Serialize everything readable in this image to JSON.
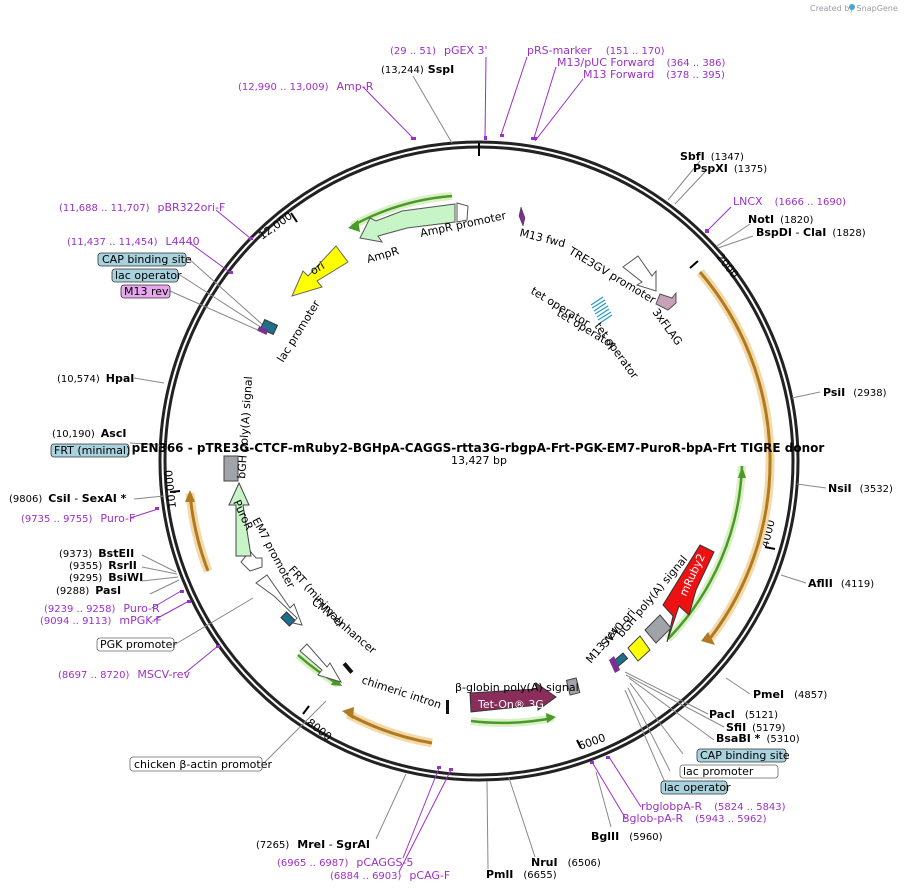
{
  "watermark": "Created by SnapGene",
  "plasmid": {
    "name": "pEN366 - pTRE3G-CTCF-mRuby2-BGHpA-CAGGS-rtta3G-rbgpA-Frt-PGK-EM7-PuroR-bpA-Frt TIGRE donor",
    "size": "13,427 bp"
  },
  "ticks": [
    "2000",
    "4000",
    "6000",
    "8000",
    "10,000",
    "12,000"
  ],
  "enzymes": {
    "SspI": {
      "name": "SspI",
      "pos": "(13,244)"
    },
    "SbfI": {
      "name": "SbfI",
      "pos": "(1347)"
    },
    "PspXI": {
      "name": "PspXI",
      "pos": "(1375)"
    },
    "NotI": {
      "name": "NotI",
      "pos": "(1820)"
    },
    "BspDI": {
      "name": "BspDI",
      "sep": " - ",
      "name2": "ClaI",
      "pos": "(1828)"
    },
    "PsiI": {
      "name": "PsiI",
      "pos": "(2938)"
    },
    "NsiI": {
      "name": "NsiI",
      "pos": "(3532)"
    },
    "AflII": {
      "name": "AflII",
      "pos": "(4119)"
    },
    "PmeI": {
      "name": "PmeI",
      "pos": "(4857)"
    },
    "PacI": {
      "name": "PacI",
      "pos": "(5121)"
    },
    "SfiI": {
      "name": "SfiI",
      "pos": "(5179)"
    },
    "BsaBI": {
      "name": "BsaBI",
      "star": " *",
      "pos": "(5310)"
    },
    "BglII": {
      "name": "BglII",
      "pos": "(5960)"
    },
    "NruI": {
      "name": "NruI",
      "pos": "(6506)"
    },
    "PmlI": {
      "name": "PmlI",
      "pos": "(6655)"
    },
    "MreI": {
      "name": "MreI",
      "sep": " - ",
      "name2": "SgrAI",
      "pos": "(7265)"
    },
    "PasI": {
      "name": "PasI",
      "pos": "(9288)"
    },
    "BsiWI": {
      "name": "BsiWI",
      "pos": "(9295)"
    },
    "RsrII": {
      "name": "RsrII",
      "pos": "(9355)"
    },
    "BstEII": {
      "name": "BstEII",
      "pos": "(9373)"
    },
    "CsiI": {
      "name": "CsiI",
      "sep": " - ",
      "name2": "SexAI",
      "star": " *",
      "pos": "(9806)"
    },
    "AscI": {
      "name": "AscI",
      "pos": "(10,190)"
    },
    "HpaI": {
      "name": "HpaI",
      "pos": "(10,574)"
    }
  },
  "primers": {
    "pGEX3": {
      "name": "pGEX 3'",
      "pos": "(29 .. 51)"
    },
    "pRSmarker": {
      "name": "pRS-marker",
      "pos": "(151 .. 170)"
    },
    "M13pUC": {
      "name": "M13/pUC Forward",
      "pos": "(364 .. 386)"
    },
    "M13Fwd": {
      "name": "M13 Forward",
      "pos": "(378 .. 395)"
    },
    "AmpR": {
      "name": "Amp-R",
      "pos": "(12,990 .. 13,009)"
    },
    "LNCX": {
      "name": "LNCX",
      "pos": "(1666 .. 1690)"
    },
    "pBR322": {
      "name": "pBR322ori-F",
      "pos": "(11,688 .. 11,707)"
    },
    "L4440": {
      "name": "L4440",
      "pos": "(11,437 .. 11,454)"
    },
    "PuroF": {
      "name": "Puro-F",
      "pos": "(9735 .. 9755)"
    },
    "PuroR": {
      "name": "Puro-R",
      "pos": "(9239 .. 9258)"
    },
    "mPGKF": {
      "name": "mPGK-F",
      "pos": "(9094 .. 9113)"
    },
    "MSCVrev": {
      "name": "MSCV-rev",
      "pos": "(8697 .. 8720)"
    },
    "rbglobpAR": {
      "name": "rbglobpA-R",
      "pos": "(5824 .. 5843)"
    },
    "BglobpAR": {
      "name": "Bglob-pA-R",
      "pos": "(5943 .. 5962)"
    },
    "pCAGGS5": {
      "name": "pCAGGS-5",
      "pos": "(6965 .. 6987)"
    },
    "pCAGF": {
      "name": "pCAG-F",
      "pos": "(6884 .. 6903)"
    }
  },
  "boxes": {
    "capLeft": "CAP binding site",
    "lacOpLeft": "lac operator",
    "m13revLeft": "M13 rev",
    "frtMinimal": "FRT (minimal)",
    "pgkPromoter": "PGK promoter",
    "chickenActin": "chicken β-actin promoter",
    "capRight": "CAP binding site",
    "lacPromRight": "lac promoter",
    "lacOpRight": "lac operator"
  },
  "features": {
    "ampRPromoter": "AmpR promoter",
    "ampR": "AmpR",
    "m13fwd": "M13 fwd",
    "tre3gv": "TRE3GV promoter",
    "tetOp1": "tet operator",
    "tetOp2": "tet operator",
    "tetOp3": "tet operator",
    "flag": "3xFLAG",
    "ori": "ori",
    "lacPromoter": "lac promoter",
    "bghLeft": "bGH poly(A) signal",
    "puroR": "PuroR",
    "em7": "EM7 promoter",
    "frt": "FRT (minimal)",
    "cmv": "CMV enhancer",
    "chimeric": "chimeric intron",
    "betaGlobin": "β-globin poly(A) signal",
    "tetOn": "Tet-On® 3G",
    "sv40": "SV40 ori",
    "m13revIn": "M13 rev",
    "bghRight": "bGH poly(A) signal",
    "mRuby2": "mRuby2"
  },
  "colors": {
    "backbone": "#222222",
    "orfOutline": "#e8b56a",
    "orfFill": "#b07a20",
    "orfGreen": "#7bc142",
    "primer": "#9b30c8",
    "promoterFill": "#ffffff",
    "oriFill": "#ffff00",
    "ampRFill": "#c8f5c8",
    "mRuby2Fill": "#ee1111",
    "tetOnFill": "#8b2d5a",
    "boxBlue": "#a8d2de",
    "boxPink": "#e8a6f0",
    "polyAFill": "#a0a4a8",
    "flagFill": "#c8a0b8",
    "tetOpFill": "#2a9cc8"
  }
}
